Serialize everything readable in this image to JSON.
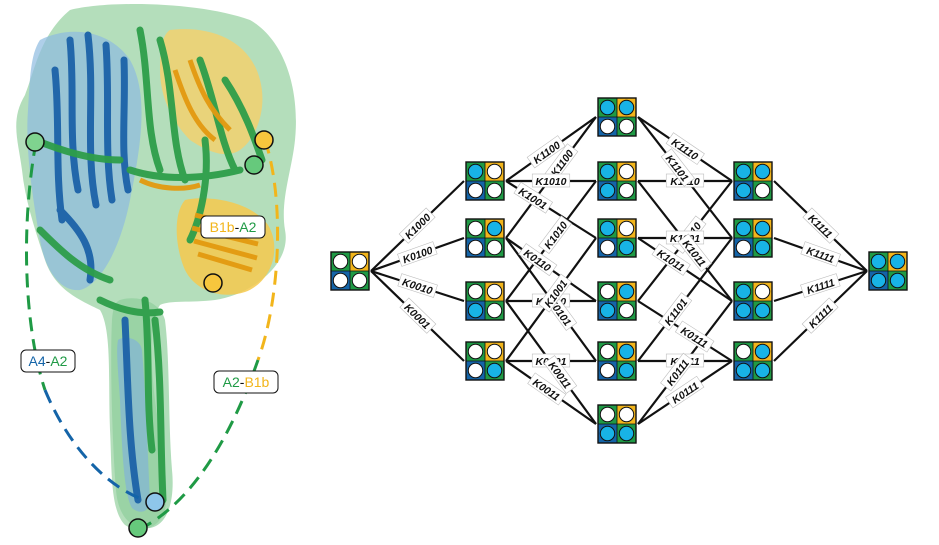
{
  "colors": {
    "green": "#1f9a45",
    "blue": "#1464a8",
    "gold": "#f2b51b",
    "cyan": "#18b3e6",
    "empty": "#ffffff",
    "line": "#111111",
    "protein_green": "#2e9e4a",
    "protein_blue": "#1c62a8",
    "protein_gold": "#f3ad1a",
    "surface_green": "#9bd3a4",
    "surface_blue": "#8dbbe0"
  },
  "structure": {
    "label_b1b_a2": {
      "part1": "B1b",
      "sep": "-",
      "part2": "A2"
    },
    "label_a4_a2": {
      "part1": "A4",
      "sep": "-",
      "part2": "A2"
    },
    "label_a2_b1b": {
      "part1": "A2",
      "sep": "-",
      "part2": "B1b"
    }
  },
  "states": {
    "s0000": [
      0,
      0,
      0,
      0
    ],
    "s1000": [
      1,
      0,
      0,
      0
    ],
    "s0100": [
      0,
      1,
      0,
      0
    ],
    "s0010": [
      0,
      0,
      1,
      0
    ],
    "s0001": [
      0,
      0,
      0,
      1
    ],
    "s1100": [
      1,
      1,
      0,
      0
    ],
    "s1010": [
      1,
      0,
      1,
      0
    ],
    "s1001": [
      1,
      0,
      0,
      1
    ],
    "s0110": [
      0,
      1,
      1,
      0
    ],
    "s0101": [
      0,
      1,
      0,
      1
    ],
    "s0011": [
      0,
      0,
      1,
      1
    ],
    "s1110": [
      1,
      1,
      1,
      0
    ],
    "s1101": [
      1,
      1,
      0,
      1
    ],
    "s1011": [
      1,
      0,
      1,
      1
    ],
    "s0111": [
      0,
      1,
      1,
      1
    ],
    "s1111": [
      1,
      1,
      1,
      1
    ]
  },
  "rate_labels": {
    "k1000": "K1000",
    "k0100": "K0100",
    "k0010": "K0010",
    "k0001": "K0001",
    "k1100a": "K1100",
    "k1100b": "K1100",
    "k1010a": "K1010",
    "k1010b": "K1010",
    "k1001": "K1001",
    "k0110a": "K0110",
    "k0110b": "K0110",
    "k0101a": "K0101",
    "k0101b": "K0101",
    "k1001b": "K1001",
    "k0011a": "K0011",
    "k0011b": "K0011",
    "k1110a": "K1110",
    "k1110b": "K1110",
    "k1110c": "K1110",
    "k1101a": "K1101",
    "k1101b": "K1101",
    "k1101c": "K1101",
    "k1011a": "K1011",
    "k1011b": "K1011",
    "k0111a": "K0111",
    "k0111b": "K0111",
    "k0111c": "K0111",
    "k0111d": "K0111",
    "k1111a": "K1111",
    "k1111b": "K1111",
    "k1111c": "K1111",
    "k1111d": "K1111"
  }
}
